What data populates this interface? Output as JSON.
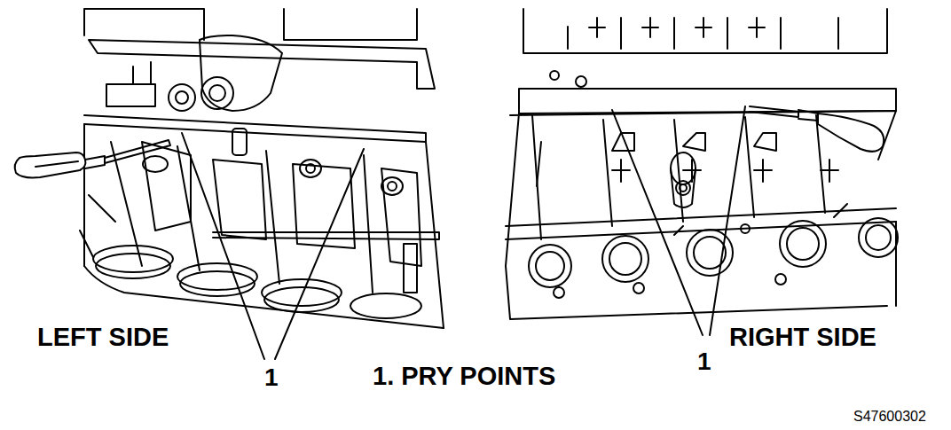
{
  "diagram": {
    "labels": [
      "LEFT SIDE",
      "1",
      "1. PRY POINTS",
      "1",
      "RIGHT SIDE",
      "S47600302"
    ]
  }
}
